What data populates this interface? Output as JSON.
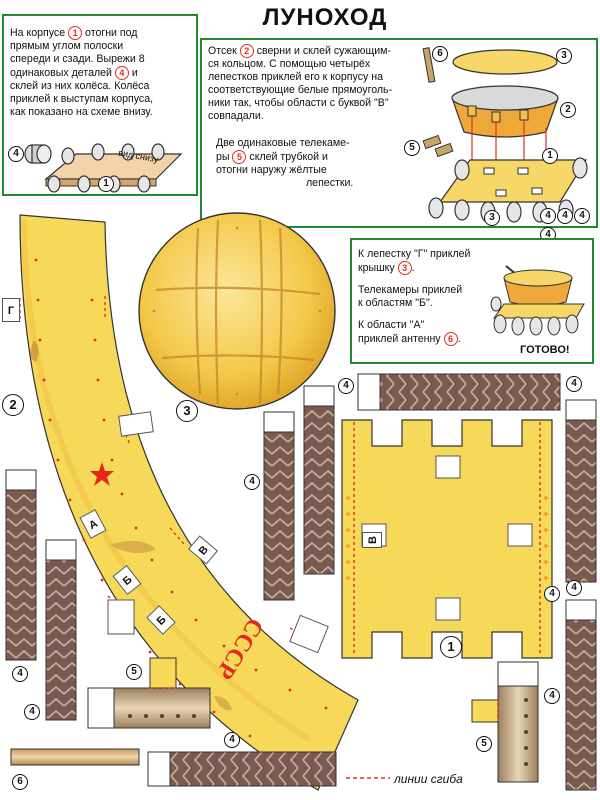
{
  "title": "ЛУНОХОД",
  "instructions": {
    "box1": [
      "На корпусе",
      "отогни под",
      "прямым углом полоски",
      "спереди и сзади. Вырежи 8",
      "одинаковых деталей",
      "и",
      "склей из них колёса. Колёса",
      "приклей к выступам корпуса,",
      "как показано на схеме внизу."
    ],
    "box1_view_label": "вид снизу",
    "box2": [
      "Отсек",
      "сверни и склей сужающим-",
      "ся кольцом. С помощью четырёх",
      "лепестков приклей его к корпусу на",
      "соответствующие белые прямоуголь-",
      "ники так, чтобы области с буквой \"В\"",
      "совпадали."
    ],
    "box2b": [
      "Две одинаковые телекаме-",
      "ры",
      "склей трубкой и",
      "отогни наружу жёлтые",
      "лепестки."
    ],
    "box3": [
      "К лепестку \"Г\" приклей",
      "крышку",
      "Телекамеры приклей",
      "к областям \"Б\".",
      "К области \"А\"",
      "приклей антенну"
    ],
    "done": "ГОТОВО!"
  },
  "part_numbers": {
    "p1": "1",
    "p2": "2",
    "p3": "3",
    "p4": "4",
    "p5": "5",
    "p6": "6"
  },
  "tab_letters": {
    "g": "Г",
    "a": "А",
    "b": "Б",
    "v": "В"
  },
  "arc_text": "СССР",
  "legend": "линии сгиба",
  "colors": {
    "box_border": "#1f8a2e",
    "yellow": "#f7d95a",
    "yellow_dark": "#e8b830",
    "wheel": "#8a6a5c",
    "fold_line": "#e0301e",
    "star": "#e6281c"
  }
}
